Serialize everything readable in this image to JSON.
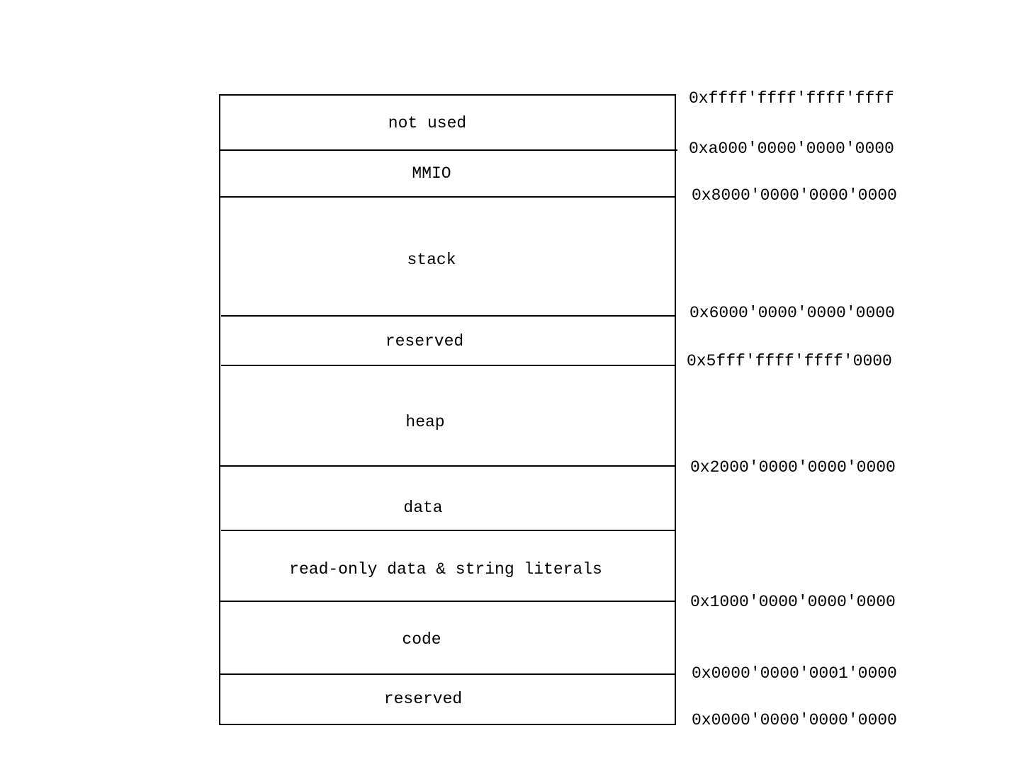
{
  "regions": [
    {
      "label": "not used"
    },
    {
      "label": "MMIO"
    },
    {
      "label": "stack"
    },
    {
      "label": "reserved"
    },
    {
      "label": "heap"
    },
    {
      "label": "data"
    },
    {
      "label": "read-only data & string literals"
    },
    {
      "label": "code"
    },
    {
      "label": "reserved"
    }
  ],
  "addresses": [
    "0xffff'ffff'ffff'ffff",
    "0xa000'0000'0000'0000",
    "0x8000'0000'0000'0000",
    "0x6000'0000'0000'0000",
    "0x5fff'ffff'ffff'0000",
    "0x2000'0000'0000'0000",
    "0x1000'0000'0000'0000",
    "0x0000'0000'0001'0000",
    "0x0000'0000'0000'0000"
  ]
}
